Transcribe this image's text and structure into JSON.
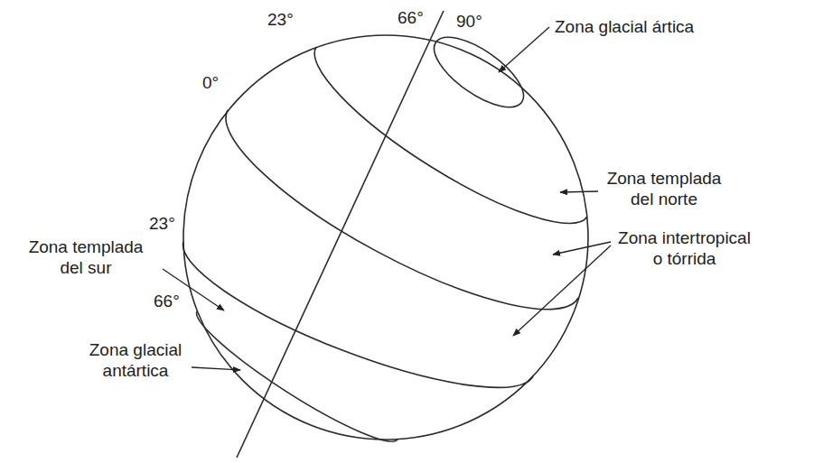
{
  "diagram": {
    "labels": [
      "23°",
      "66°",
      "90°",
      "0°",
      "Zona glacial ártica",
      "Zona templada del norte",
      "23°",
      "Zona templada del sur",
      "Zona intertropical o tórrida",
      "66°",
      "Zona glacial antártica"
    ]
  }
}
